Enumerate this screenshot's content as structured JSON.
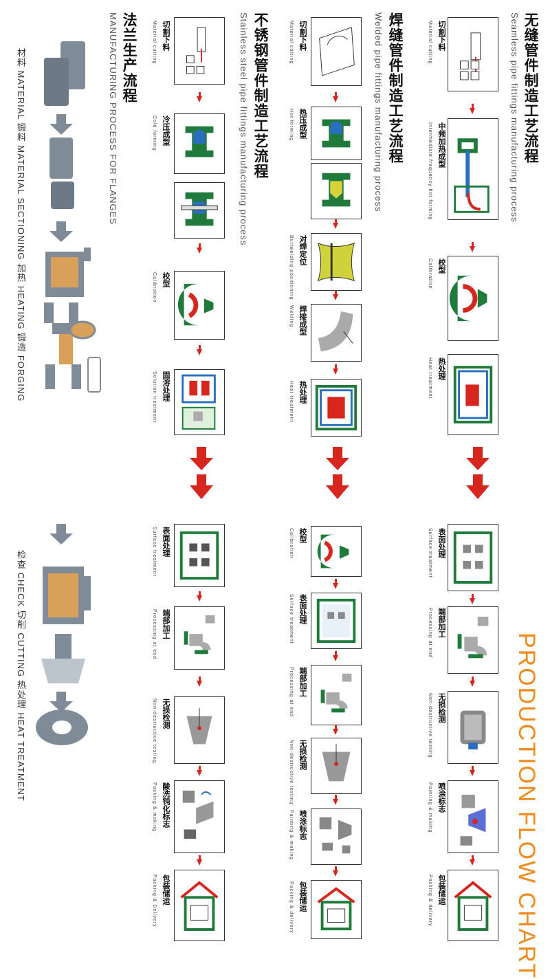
{
  "main_title": "PRODUCTION FLOW CHART",
  "colors": {
    "red": "#d7261e",
    "green": "#1f7a3b",
    "orange": "#f08a1c",
    "grey": "#7f8c98",
    "blue": "#2a6fbd"
  },
  "seamless": {
    "title_cn": "无缝管件制造工艺流程",
    "title_en": "Seamless pipe fittings manufacturing process",
    "steps": [
      {
        "cn": "切割下料",
        "en": "Material cutting"
      },
      {
        "cn": "中频加热成型",
        "en": "Intermediate frequency hot forming"
      },
      {
        "cn": "校型",
        "en": "Calibration"
      },
      {
        "cn": "热处理",
        "en": "Heat treatment"
      },
      {
        "cn": "表面处理",
        "en": "Surface treatment"
      },
      {
        "cn": "端部加工",
        "en": "Processing at end"
      },
      {
        "cn": "无损检测",
        "en": "Non-destructive testing"
      },
      {
        "cn": "喷涂标志",
        "en": "Painting & making"
      },
      {
        "cn": "包装储运",
        "en": "Packing & delivery"
      }
    ]
  },
  "welded": {
    "title_cn": "焊缝管件制造工艺流程",
    "title_en": "Welded pipe fittings manufacturing process",
    "steps": [
      {
        "cn": "切割下料",
        "en": "Material cutting"
      },
      {
        "cn": "热压成型",
        "en": "Hot forming"
      },
      {
        "cn": "对焊定位",
        "en": "Buttwelding positioning"
      },
      {
        "cn": "焊接成型",
        "en": "Welding"
      },
      {
        "cn": "热处理",
        "en": "Heat treatment"
      },
      {
        "cn": "校型",
        "en": "Calibration"
      },
      {
        "cn": "表面处理",
        "en": "Surface treatment"
      },
      {
        "cn": "端部加工",
        "en": "Processing at end"
      },
      {
        "cn": "无损检测",
        "en": "Non-destructive testing"
      },
      {
        "cn": "喷涂标志",
        "en": "Painting & making"
      },
      {
        "cn": "包装储运",
        "en": "Packing & delivery"
      }
    ]
  },
  "stainless": {
    "title_cn": "不锈钢管件制造工艺流程",
    "title_en": "Stainless steel pipe fittings manufacturing process",
    "steps": [
      {
        "cn": "切割下料",
        "en": "Material cutting"
      },
      {
        "cn": "冷压成型",
        "en": "Cold forming"
      },
      {
        "cn": "校型",
        "en": "Calibration"
      },
      {
        "cn": "固溶处理",
        "en": "Solution treatment"
      },
      {
        "cn": "表面处理",
        "en": "Surface treatment"
      },
      {
        "cn": "端部加工",
        "en": "Processing at end"
      },
      {
        "cn": "无损检测",
        "en": "Non-destructive testing"
      },
      {
        "cn": "酸洗钝化标志",
        "en": "Packing & making"
      },
      {
        "cn": "包装储运",
        "en": "Packing & Delivery"
      }
    ]
  },
  "flange": {
    "title_cn": "法兰生产流程",
    "title_en": "MANUFACTURING PROCESS FOR FLANGES",
    "line1": "材料 MATERIAL   锻料 MATERIAL SECTIONING  加热 HEATING   锻造 FORGING",
    "line2": "检查 CHECK   切削 CUTTING   热处理 HEAT TREATMENT"
  }
}
